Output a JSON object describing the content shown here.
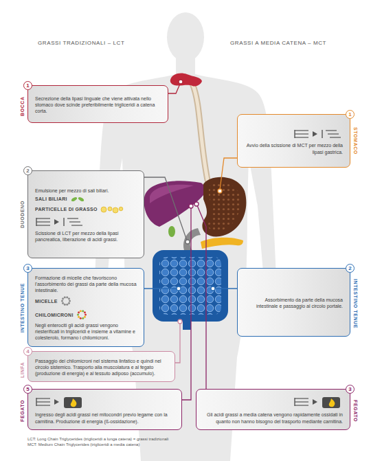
{
  "diagram": {
    "nodes": [
      {
        "text": [
          "1",
          "BOCCA",
          "Secrezione della lipasi linguale che viene attivata nello stomaco dove scinde preferibilmente trigliceridi a catena corta."
        ]
      },
      {
        "text": [
          "1",
          "STOMACO",
          "Avvio della scissione di MCT per mezzo della lipasi gastrica."
        ]
      },
      {
        "text": [
          "2",
          "DUODENO",
          "Emulsione per mezzo di sali biliari.",
          "SALI BILIARI",
          "PARTICELLE DI GRASSO",
          "Scissione di LCT per mezzo della lipasi pancreatica, liberazione di acidi grassi."
        ]
      },
      {
        "text": [
          "3",
          "INTESTINO TENUE",
          "Formazione di micelle che favoriscono l'assorbimento dei grassi da parte della mucosa intestinale.",
          "MICELLE",
          "CHILOMICRONI",
          "Negli enterociti gli acidi grassi vengono riesterificati in trigliceridi e insieme a vitamine e colesterolo, formano i chilomicroni."
        ]
      },
      {
        "text": [
          "2",
          "INTESTINO TENUE",
          "Assorbimento da parte della mucosa intestinale e passaggio al circolo portale."
        ]
      },
      {
        "text": [
          "4",
          "LINFA",
          "Passaggio dei chilomicroni nel sistema linfatico e quindi nel circolo sistemico. Trasporto alla muscolatura e al fegato (produzione di energia) e al tessuto adiposo (accumulo)."
        ]
      },
      {
        "text": [
          "5",
          "FEGATO",
          "Ingresso degli acidi grassi nei mitocondri previo legame con la carnitina. Produzione di energia (ß-ossidazione)."
        ]
      },
      {
        "text": [
          "3",
          "FEGATO",
          "Gli acidi grassi a media catena vengono rapidamente ossidati in quanto non hanno bisogno del trasporto mediante carnitina."
        ]
      }
    ],
    "labels": [
      "GRASSI TRADIZIONALI – LCT",
      "GRASSI A MEDIA CATENA – MCT",
      "LCT: Long Chain Triglycerides (trigliceridi a lunga catena) = grassi tradizionali",
      "MCT: Medium Chain Triglycerides (trigliceridi a media catena)"
    ]
  }
}
